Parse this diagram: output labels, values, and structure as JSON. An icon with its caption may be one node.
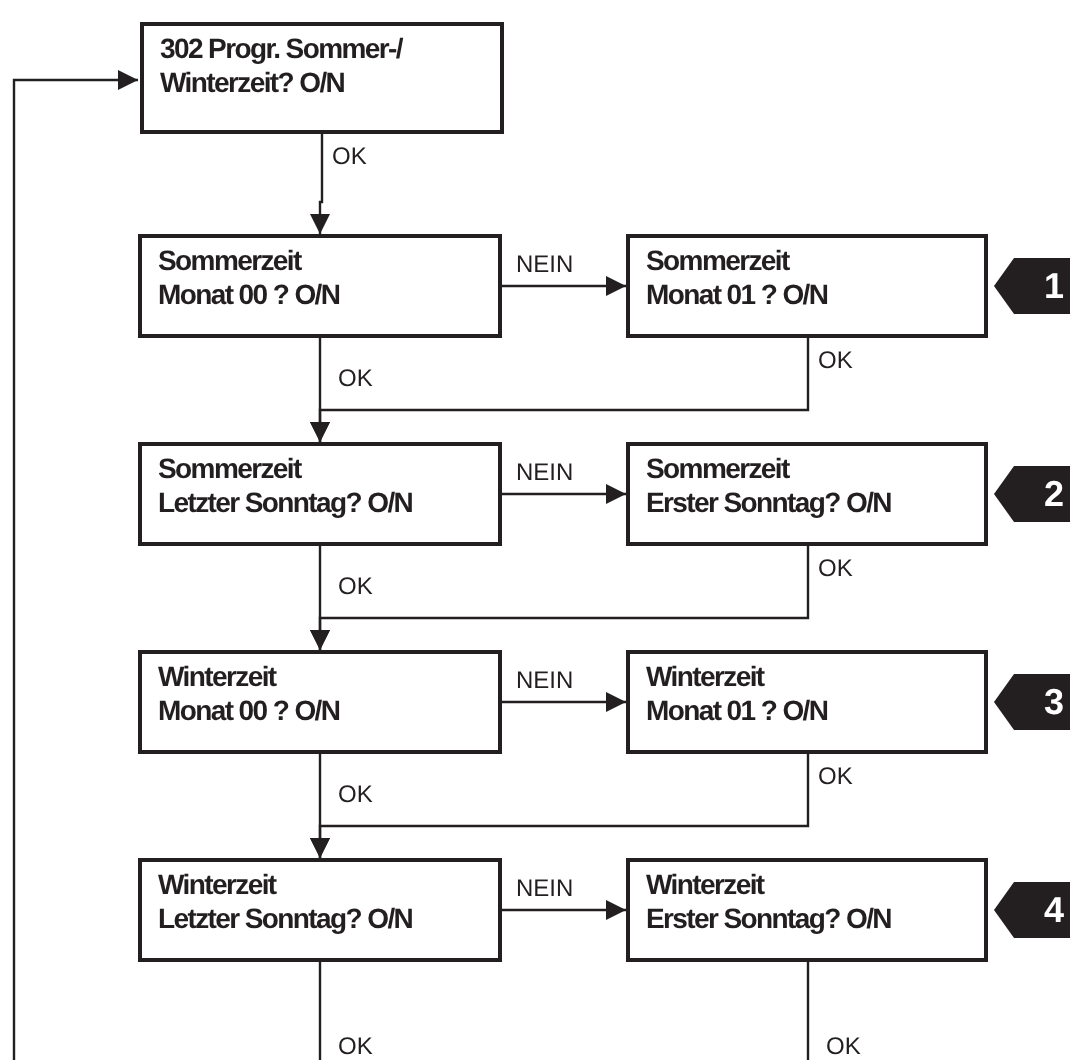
{
  "diagram": {
    "nodes": [
      {
        "text": [
          "302 Progr. Sommer-/",
          "Winterzeit? O/N"
        ]
      },
      {
        "text": [
          "Sommerzeit",
          "Monat 00 ? O/N"
        ]
      },
      {
        "text": [
          "Sommerzeit",
          "Monat 01 ? O/N"
        ],
        "beside": [
          "1"
        ]
      },
      {
        "text": [
          "Sommerzeit",
          "Letzter Sonntag? O/N"
        ]
      },
      {
        "text": [
          "Sommerzeit",
          "Erster Sonntag? O/N"
        ],
        "beside": [
          "2"
        ]
      },
      {
        "text": [
          "Winterzeit",
          "Monat 00 ? O/N"
        ]
      },
      {
        "text": [
          "Winterzeit",
          "Monat 01 ? O/N"
        ],
        "beside": [
          "3"
        ]
      },
      {
        "text": [
          "Winterzeit",
          "Letzter Sonntag? O/N"
        ]
      },
      {
        "text": [
          "Winterzeit",
          "Erster Sonntag? O/N"
        ],
        "beside": [
          "4"
        ]
      }
    ],
    "edges": [
      {
        "from": 0,
        "to": 1,
        "arrow": "to",
        "label": "OK"
      },
      {
        "from": 1,
        "to": 2,
        "arrow": "to",
        "label": "NEIN"
      },
      {
        "from": 1,
        "to": 3,
        "arrow": "to",
        "label": "OK"
      },
      {
        "from": 2,
        "to": 3,
        "arrow": "to",
        "label": "OK"
      },
      {
        "from": 3,
        "to": 4,
        "arrow": "to",
        "label": "NEIN"
      },
      {
        "from": 3,
        "to": 5,
        "arrow": "to",
        "label": "OK"
      },
      {
        "from": 4,
        "to": 5,
        "arrow": "to",
        "label": "OK"
      },
      {
        "from": 5,
        "to": 6,
        "arrow": "to",
        "label": "NEIN"
      },
      {
        "from": 5,
        "to": 7,
        "arrow": "to",
        "label": "OK"
      },
      {
        "from": 6,
        "to": 7,
        "arrow": "to",
        "label": "OK"
      },
      {
        "from": 7,
        "to": 8,
        "arrow": "to",
        "label": "NEIN"
      },
      {
        "from": 7,
        "to": null,
        "arrow": "none",
        "label": "OK"
      },
      {
        "from": 8,
        "to": null,
        "arrow": "none",
        "label": "OK"
      },
      {
        "from": null,
        "to": 0,
        "arrow": "to"
      }
    ]
  }
}
